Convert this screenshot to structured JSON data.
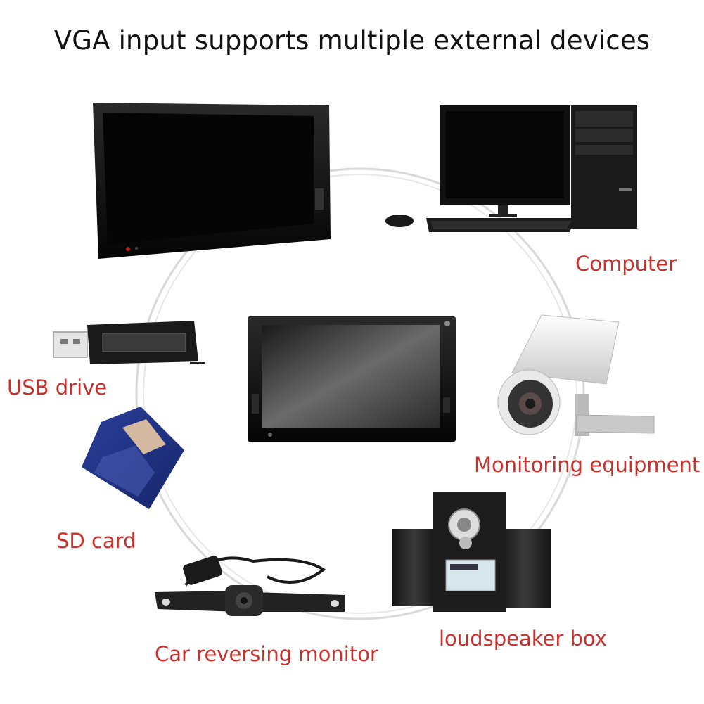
{
  "title": "VGA input supports multiple external devices",
  "devices": {
    "computer": "Computer",
    "usb": "USB drive",
    "monitoring": "Monitoring equipment",
    "sd": "SD card",
    "speaker": "loudspeaker box",
    "car": "Car reversing monitor"
  },
  "colors": {
    "label": "#c8302c",
    "title": "#111111",
    "ring": "#d8d8d8"
  }
}
